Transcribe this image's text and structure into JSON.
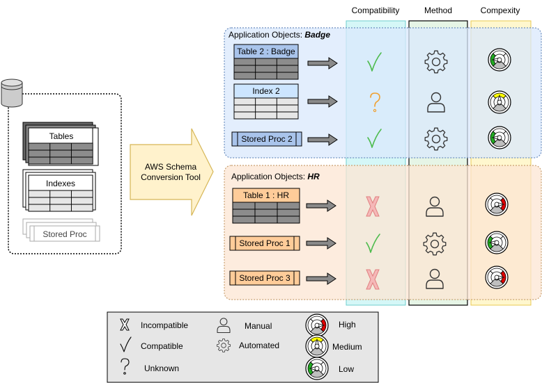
{
  "headers": {
    "compatibility": "Compatibility",
    "method": "Method",
    "complexity": "Compexity"
  },
  "source": {
    "tables": "Tables",
    "indexes": "Indexes",
    "stored_proc": "Stored Proc"
  },
  "tool": {
    "line1": "AWS Schema",
    "line2": "Conversion Tool"
  },
  "groups": {
    "badge": {
      "prefix": "Application Objects: ",
      "name": "Badge"
    },
    "hr": {
      "prefix": "Application Objects: ",
      "name": "HR"
    }
  },
  "objects": {
    "table2": "Table 2 : Badge",
    "index2": "Index 2",
    "sp2": "Stored Proc 2",
    "table1": "Table 1 : HR",
    "sp1": "Stored Proc 1",
    "sp3": "Stored Proc 3"
  },
  "legend": {
    "incompatible": "Incompatible",
    "compatible": "Compatible",
    "unknown": "Unknown",
    "manual": "Manual",
    "automated": "Automated",
    "high": "High",
    "medium": "Medium",
    "low": "Low"
  },
  "colors": {
    "badge_fill": "#dae8fc",
    "hr_fill": "#fce5d3",
    "compat_col": "#b3f0f0",
    "method_col": "#d5eed5",
    "complex_col": "#fff2b3",
    "check": "#4dbb4d",
    "question": "#f0a030",
    "cross": "#f5b8b8",
    "gauge_high": "#dd0000",
    "gauge_medium": "#ffff00",
    "gauge_low": "#22aa22"
  }
}
